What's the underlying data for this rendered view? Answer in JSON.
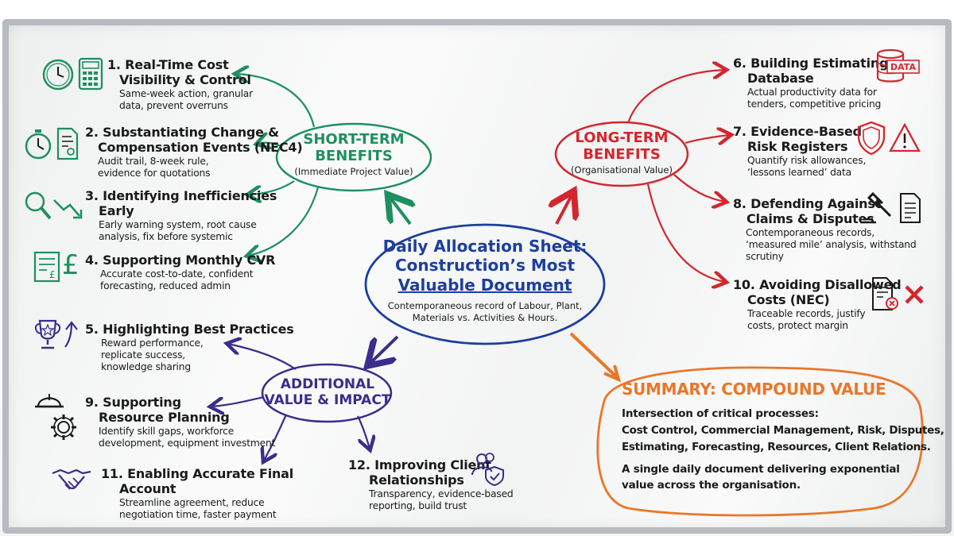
{
  "center": {
    "title_line1": "Daily Allocation Sheet:",
    "title_line2": "Construction’s Most",
    "title_line3": "Valuable Document",
    "sub_line1": "Contemporaneous record of Labour, Plant,",
    "sub_line2": "Materials vs. Activities & Hours."
  },
  "hubs": {
    "short": {
      "line1": "SHORT-TERM",
      "line2": "BENEFITS",
      "sub": "(Immediate Project Value)"
    },
    "long": {
      "line1": "LONG-TERM",
      "line2": "BENEFITS",
      "sub": "(Organisational Value)"
    },
    "additional": {
      "line1": "ADDITIONAL",
      "line2": "VALUE & IMPACT"
    }
  },
  "benefits": {
    "b1": {
      "title1": "1. Real-Time Cost",
      "title2": "Visibility & Control",
      "desc1": "Same-week action, granular",
      "desc2": "data, prevent overruns"
    },
    "b2": {
      "title1": "2. Substantiating Change &",
      "title2": "Compensation Events (NEC4)",
      "desc1": "Audit trail, 8-week rule,",
      "desc2": "evidence for quotations"
    },
    "b3": {
      "title1": "3. Identifying Inefficiencies",
      "title2": "Early",
      "desc1": "Early warning system, root cause",
      "desc2": "analysis, fix before systemic"
    },
    "b4": {
      "title1": "4. Supporting Monthly CVR",
      "desc1": "Accurate cost-to-date, confident",
      "desc2": "forecasting, reduced admin"
    },
    "b5": {
      "title1": "5. Highlighting Best Practices",
      "desc1": "Reward performance,",
      "desc2": "replicate success,",
      "desc3": "knowledge sharing"
    },
    "b6": {
      "title1": "6. Building Estimating",
      "title2": "Database",
      "desc1": "Actual productivity data for",
      "desc2": "tenders, competitive pricing",
      "icon_label": "DATA"
    },
    "b7": {
      "title1": "7. Evidence-Based",
      "title2": "Risk Registers",
      "desc1": "Quantify risk allowances,",
      "desc2": "‘lessons learned’ data"
    },
    "b8": {
      "title1": "8. Defending Against",
      "title2": "Claims & Disputes",
      "desc1": "Contemporaneous records,",
      "desc2": "‘measured mile’ analysis, withstand",
      "desc3": "scrutiny"
    },
    "b9": {
      "title1": "9. Supporting",
      "title2": "Resource Planning",
      "desc1": "Identify skill gaps, workforce",
      "desc2": "development, equipment investment"
    },
    "b10": {
      "title1": "10. Avoiding Disallowed",
      "title2": "Costs (NEC)",
      "desc1": "Traceable records, justify",
      "desc2": "costs, protect margin"
    },
    "b11": {
      "title1": "11. Enabling Accurate Final",
      "title2": "Account",
      "desc1": "Streamline agreement, reduce",
      "desc2": "negotiation time, faster payment"
    },
    "b12": {
      "title1": "12. Improving Client",
      "title2": "Relationships",
      "desc1": "Transparency, evidence-based",
      "desc2": "reporting, build trust"
    }
  },
  "summary": {
    "title": "SUMMARY: COMPOUND VALUE",
    "line1": "Intersection of critical processes:",
    "line2": "Cost Control, Commercial Management, Risk, Disputes,",
    "line3": "Estimating, Forecasting, Resources, Client Relations.",
    "line4": "A single daily document delivering exponential",
    "line5": "value across the organisation."
  },
  "colors": {
    "green": "#1f8f5f",
    "red": "#d3262e",
    "blue": "#1c3f9e",
    "purple": "#3b2d8a",
    "orange": "#e9772a",
    "ink": "#1a1a1a"
  }
}
